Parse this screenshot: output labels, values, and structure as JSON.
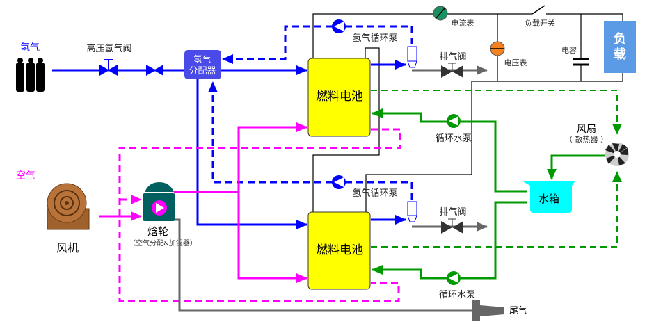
{
  "hydrogen": {
    "label": "氢气",
    "valve_label": "高压氢气阀",
    "distributor": [
      "氢气",
      "分配器"
    ],
    "recirc_pump_label": "氢气循环泵",
    "purge_valve_label": "排气阀"
  },
  "air": {
    "label": "空气",
    "blower_label": "风机",
    "enthalpy_wheel_label": "焓轮",
    "enthalpy_wheel_sub": "（空气分配&加湿器）",
    "exhaust_label": "尾气"
  },
  "stack": {
    "label": "燃料电池"
  },
  "water": {
    "pump_label": "循环水泵",
    "tank_label": "水箱",
    "fan_label": "风扇",
    "fan_sub": "（ 散热器 ）"
  },
  "electrical": {
    "ammeter_label": "电流表",
    "switch_label": "负载开关",
    "voltmeter_label": "电压表",
    "capacitor_label": "电容",
    "load": [
      "负",
      "载"
    ]
  },
  "colors": {
    "hydrogen": "#0000ff",
    "air": "#ff00ff",
    "water": "#009900",
    "stack": "#ffff00",
    "tank": "#00ffff",
    "load": "#5b9be6",
    "distributor": "#4a4ae8"
  }
}
